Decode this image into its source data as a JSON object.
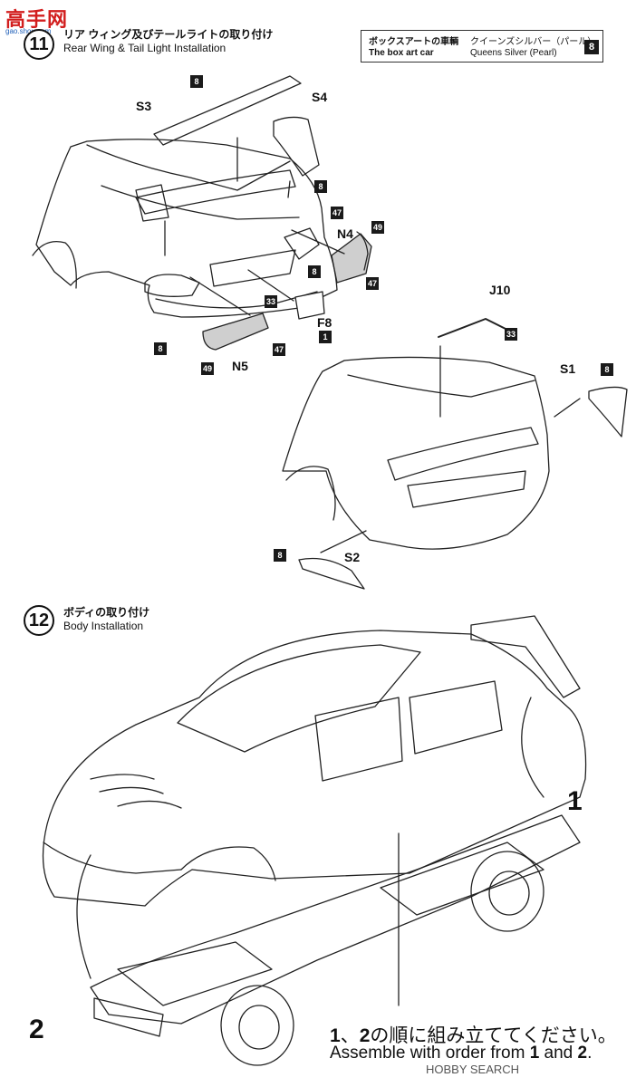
{
  "watermark": {
    "site_logo": "高手网",
    "site_url": "gao.shou.com",
    "footer_logo": "HOBBY SEARCH"
  },
  "step11": {
    "number": "11",
    "title_jp": "リア ウィング及びテールライトの取り付け",
    "title_en": "Rear Wing & Tail Light Installation"
  },
  "boxart": {
    "label_jp": "ボックスアートの車輌",
    "label_en": "The box art car",
    "color_jp": "クイーンズシルバー（パール）",
    "color_en": "Queens Silver (Pearl)",
    "color_no": "8"
  },
  "callouts": {
    "s3": "S3",
    "s4": "S4",
    "n4": "N4",
    "n5": "N5",
    "f8": "F8",
    "j10": "J10",
    "s1": "S1",
    "s2": "S2"
  },
  "paint": {
    "p8_wing": "8",
    "p8_s4": "8",
    "p47_a": "47",
    "p49_a": "49",
    "p8_n4": "8",
    "p47_n4": "47",
    "p33_a": "33",
    "p1_f8": "1",
    "p8_left": "8",
    "p47_n5": "47",
    "p49_n5": "49",
    "p33_j10": "33",
    "p8_s1": "8",
    "p8_s2": "8"
  },
  "step12": {
    "number": "12",
    "title_jp": "ボディの取り付け",
    "title_en": "Body Installation",
    "label_1": "1",
    "label_2": "2"
  },
  "bottom_note": {
    "jp_n1": "1",
    "jp_sep": "、",
    "jp_n2": "2",
    "jp_text": "の順に組み立ててください。",
    "en_text": "Assemble with order from ",
    "en_n1": "1",
    "en_and": " and ",
    "en_n2": "2",
    "en_end": "."
  }
}
